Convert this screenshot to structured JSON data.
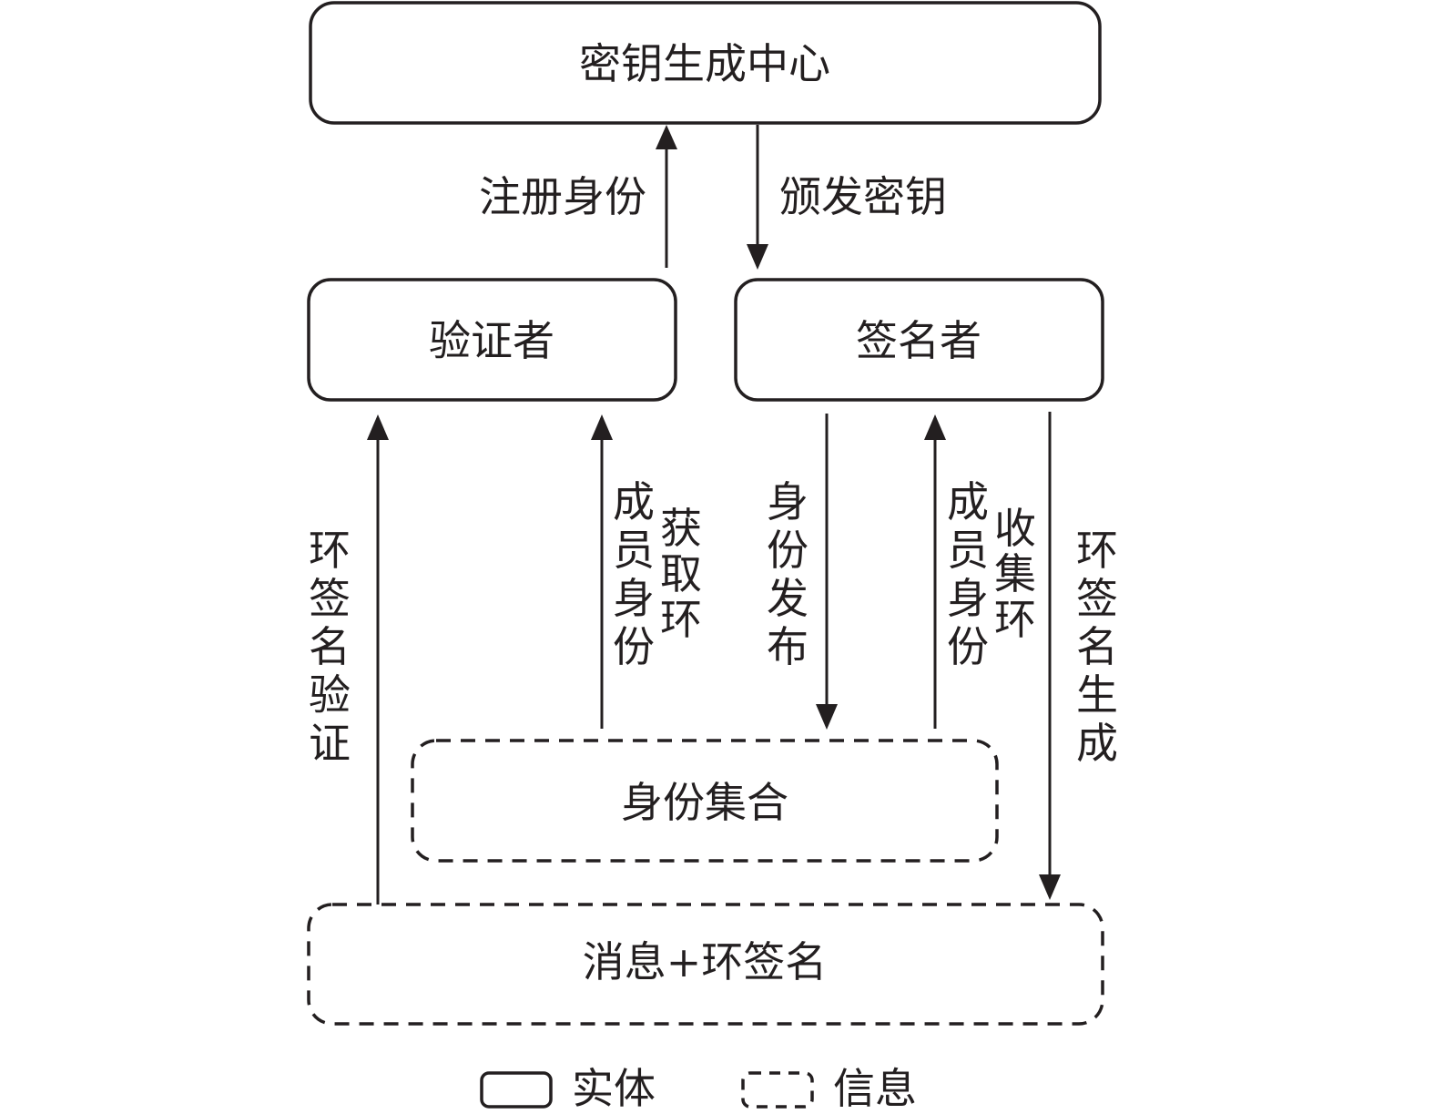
{
  "nodes": {
    "kgc": {
      "label": "密钥生成中心",
      "kind": "entity"
    },
    "verifier": {
      "label": "验证者",
      "kind": "entity"
    },
    "signer": {
      "label": "签名者",
      "kind": "entity"
    },
    "identity_set": {
      "label": "身份集合",
      "kind": "information"
    },
    "message_sig": {
      "label": "消息+环签名",
      "kind": "information"
    }
  },
  "edges": {
    "register": {
      "from": "verifier",
      "to": "kgc",
      "label": "注册身份"
    },
    "issue_key": {
      "from": "kgc",
      "to": "signer",
      "label": "颁发密钥"
    },
    "verify": {
      "from": "message_sig",
      "to": "verifier",
      "label": "环签名验证",
      "chars": [
        "环",
        "签",
        "名",
        "验",
        "证"
      ]
    },
    "get_members": {
      "from": "identity_set",
      "to": "verifier",
      "label": "获取环成员身份",
      "col1": [
        "获",
        "取",
        "环"
      ],
      "col2": [
        "成",
        "员",
        "身",
        "份"
      ]
    },
    "publish_identity": {
      "from": "signer",
      "to": "identity_set",
      "label": "身份发布",
      "chars": [
        "身",
        "份",
        "发",
        "布"
      ]
    },
    "collect_members": {
      "from": "identity_set",
      "to": "signer",
      "label": "收集环成员身份",
      "col1": [
        "收",
        "集",
        "环"
      ],
      "col2": [
        "成",
        "员",
        "身",
        "份"
      ]
    },
    "generate_sig": {
      "from": "signer",
      "to": "message_sig",
      "label": "环签名生成",
      "chars": [
        "环",
        "签",
        "名",
        "生",
        "成"
      ]
    }
  },
  "legend": {
    "entity": "实体",
    "information": "信息"
  },
  "colors": {
    "stroke": "#231f20",
    "background": "#ffffff"
  }
}
